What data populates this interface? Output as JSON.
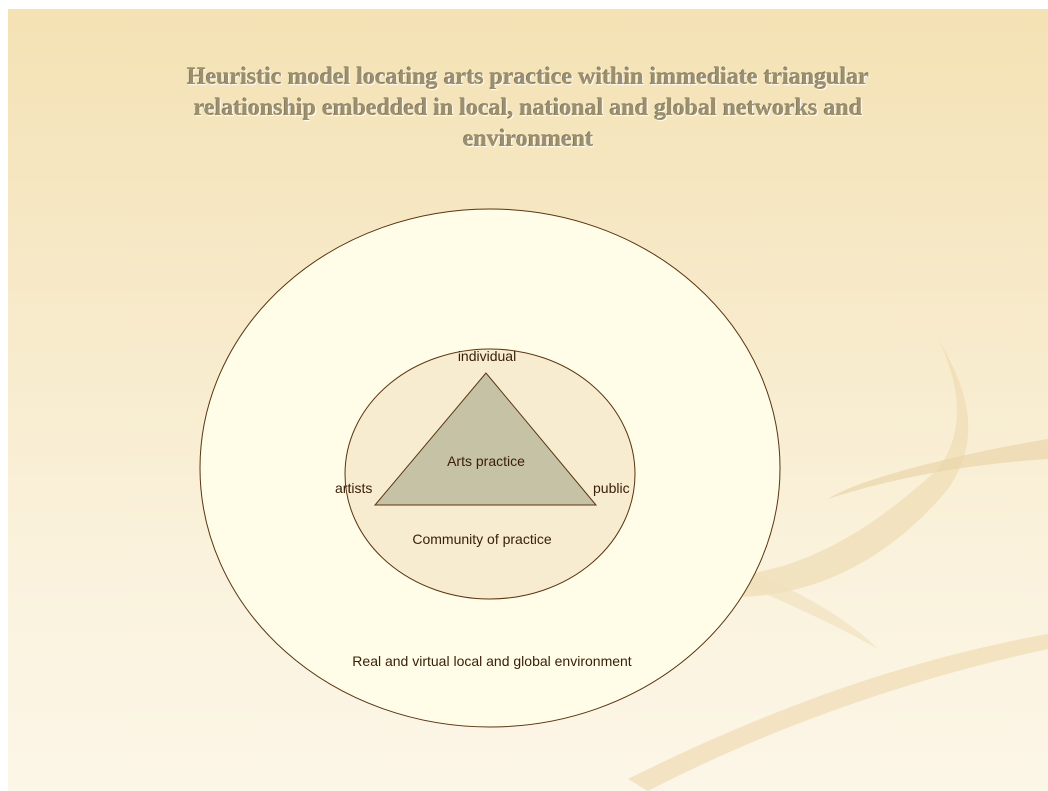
{
  "title": {
    "line1": "Heuristic model locating arts practice within  immediate triangular",
    "line2": "relationship embedded in local, national and global  networks and",
    "line3": "environment"
  },
  "diagram": {
    "outer_circle_label": "Real and virtual local and global environment",
    "inner_circle_label": "Community of practice",
    "triangle_label": "Arts practice",
    "vertex_top": "individual",
    "vertex_left": "artists",
    "vertex_right": "public"
  },
  "colors": {
    "background_top": "#f4e2b4",
    "background_bottom": "#fcf6e8",
    "outer_circle_fill": "#fffde8",
    "inner_circle_fill": "#f7ecd0",
    "triangle_fill": "#c6c2a5",
    "stroke": "#5a3410",
    "title": "#9b8f6e"
  }
}
